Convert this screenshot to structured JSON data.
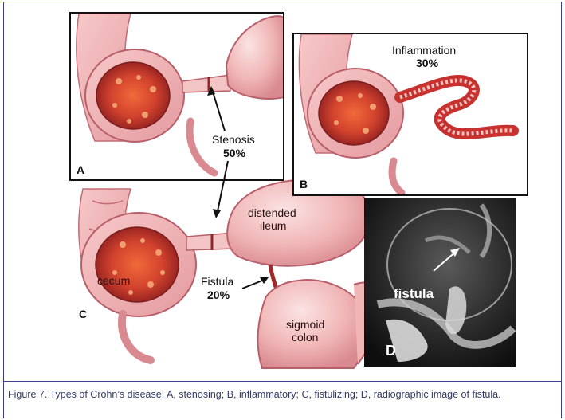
{
  "panels": {
    "a": {
      "letter": "A",
      "label": "Stenosis",
      "percent": "50%"
    },
    "b": {
      "letter": "B",
      "label": "Inflammation",
      "percent": "30%"
    },
    "c": {
      "letter": "C",
      "label": "Fistula",
      "percent": "20%",
      "cecum_label": "cecum",
      "ileum_label_line1": "distended",
      "ileum_label_line2": "ileum",
      "colon_label_line1": "sigmoid",
      "colon_label_line2": "colon"
    },
    "d": {
      "letter": "D",
      "label": "fistula"
    }
  },
  "caption": "Figure 7. Types of Crohn’s disease; A, stenosing; B, inflammatory; C, fistulizing; D, radiographic image of fistula.",
  "colors": {
    "frame_border": "#3a3f8a",
    "bowel_pink": "#f0b3b3",
    "bowel_edge": "#c46b75",
    "lumen_red": "#c93a2c",
    "inflamed_red": "#c7322e",
    "xray_dark": "#1a1a1a",
    "caption_text": "#333a66"
  }
}
